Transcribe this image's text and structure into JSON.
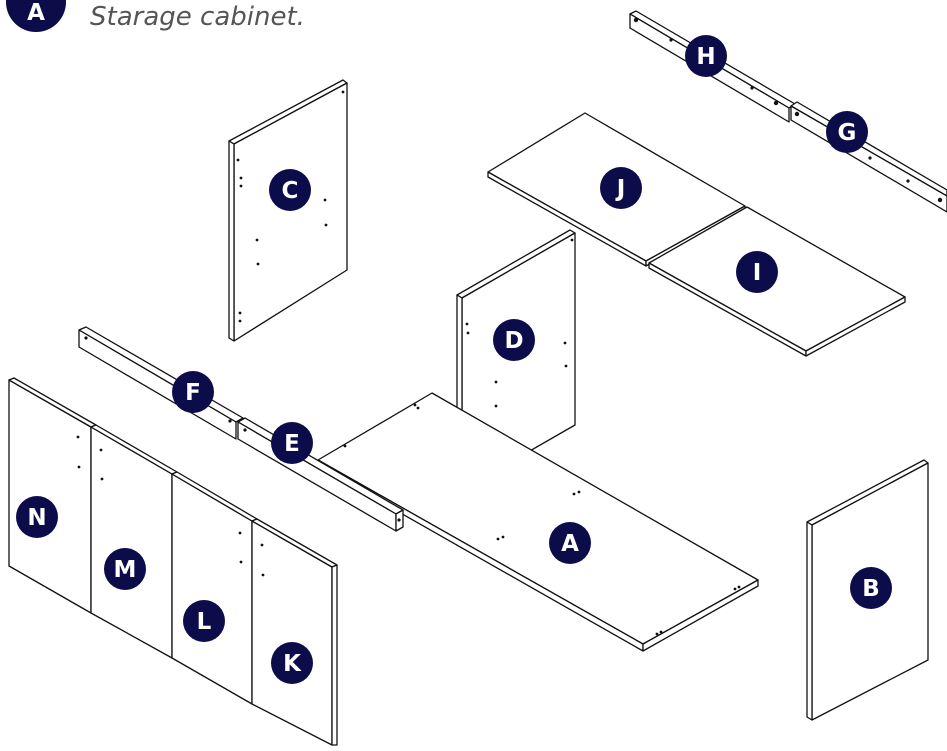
{
  "header": {
    "step_letter": "A",
    "subtitle": "Starage cabinet."
  },
  "colors": {
    "badge": "#0d0c4a",
    "badge_text": "#ffffff",
    "line": "#111111",
    "subtitle": "#555555"
  },
  "parts": {
    "A": "A",
    "B": "B",
    "C": "C",
    "D": "D",
    "E": "E",
    "F": "F",
    "G": "G",
    "H": "H",
    "I": "I",
    "J": "J",
    "K": "K",
    "L": "L",
    "M": "M",
    "N": "N"
  }
}
